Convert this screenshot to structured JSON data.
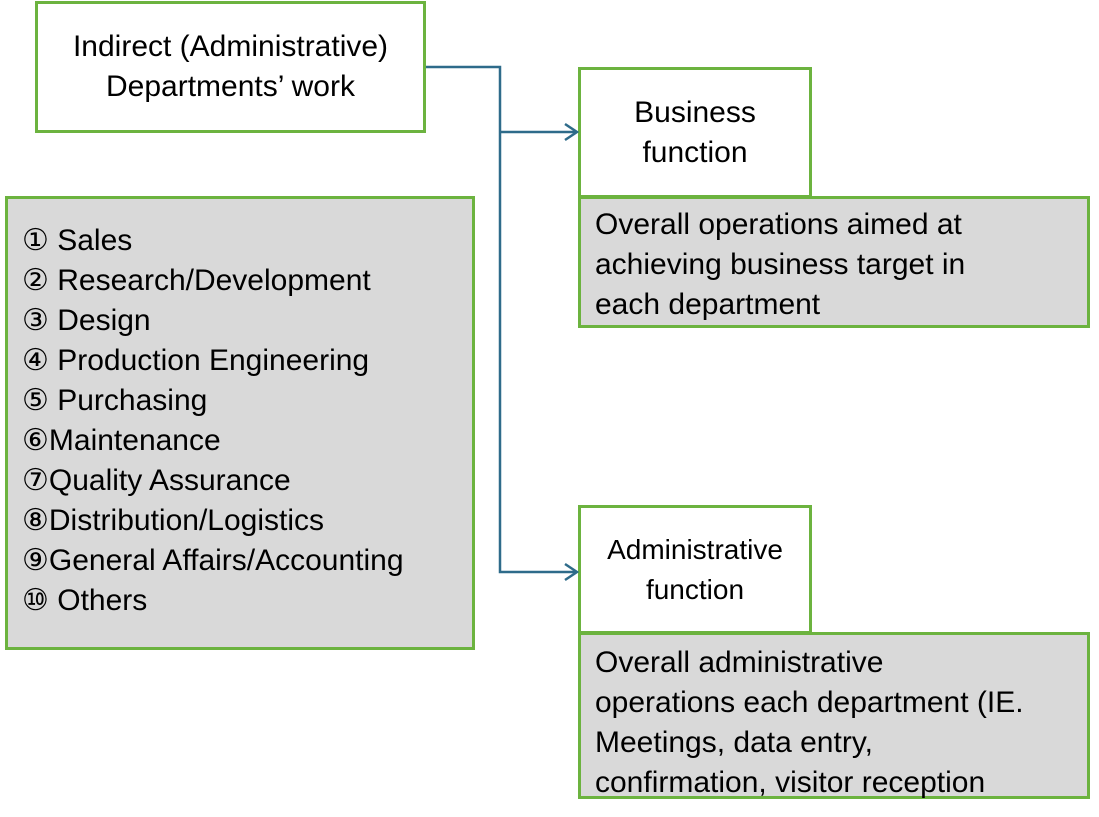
{
  "root": {
    "lines": [
      "Indirect (Administrative)",
      "Departments’ work"
    ]
  },
  "departments": [
    "① Sales",
    "② Research/Development",
    "③ Design",
    "④ Production Engineering",
    "⑤ Purchasing",
    "⑥Maintenance",
    "⑦Quality Assurance",
    "⑧Distribution/Logistics",
    "⑨General Affairs/Accounting",
    "⑩ Others"
  ],
  "business_function": {
    "title_lines": [
      "Business",
      "function"
    ],
    "description_lines": [
      "Overall operations aimed at",
      "achieving business target in",
      "each department"
    ]
  },
  "administrative_function": {
    "title_lines": [
      "Administrative",
      "function"
    ],
    "description_lines": [
      "Overall administrative",
      "operations each department (IE.",
      "Meetings, data entry,",
      "confirmation, visitor reception"
    ]
  },
  "colors": {
    "box_border": "#6cb33f",
    "grey_fill": "#d9d9d9",
    "connector": "#2e6b8a"
  }
}
